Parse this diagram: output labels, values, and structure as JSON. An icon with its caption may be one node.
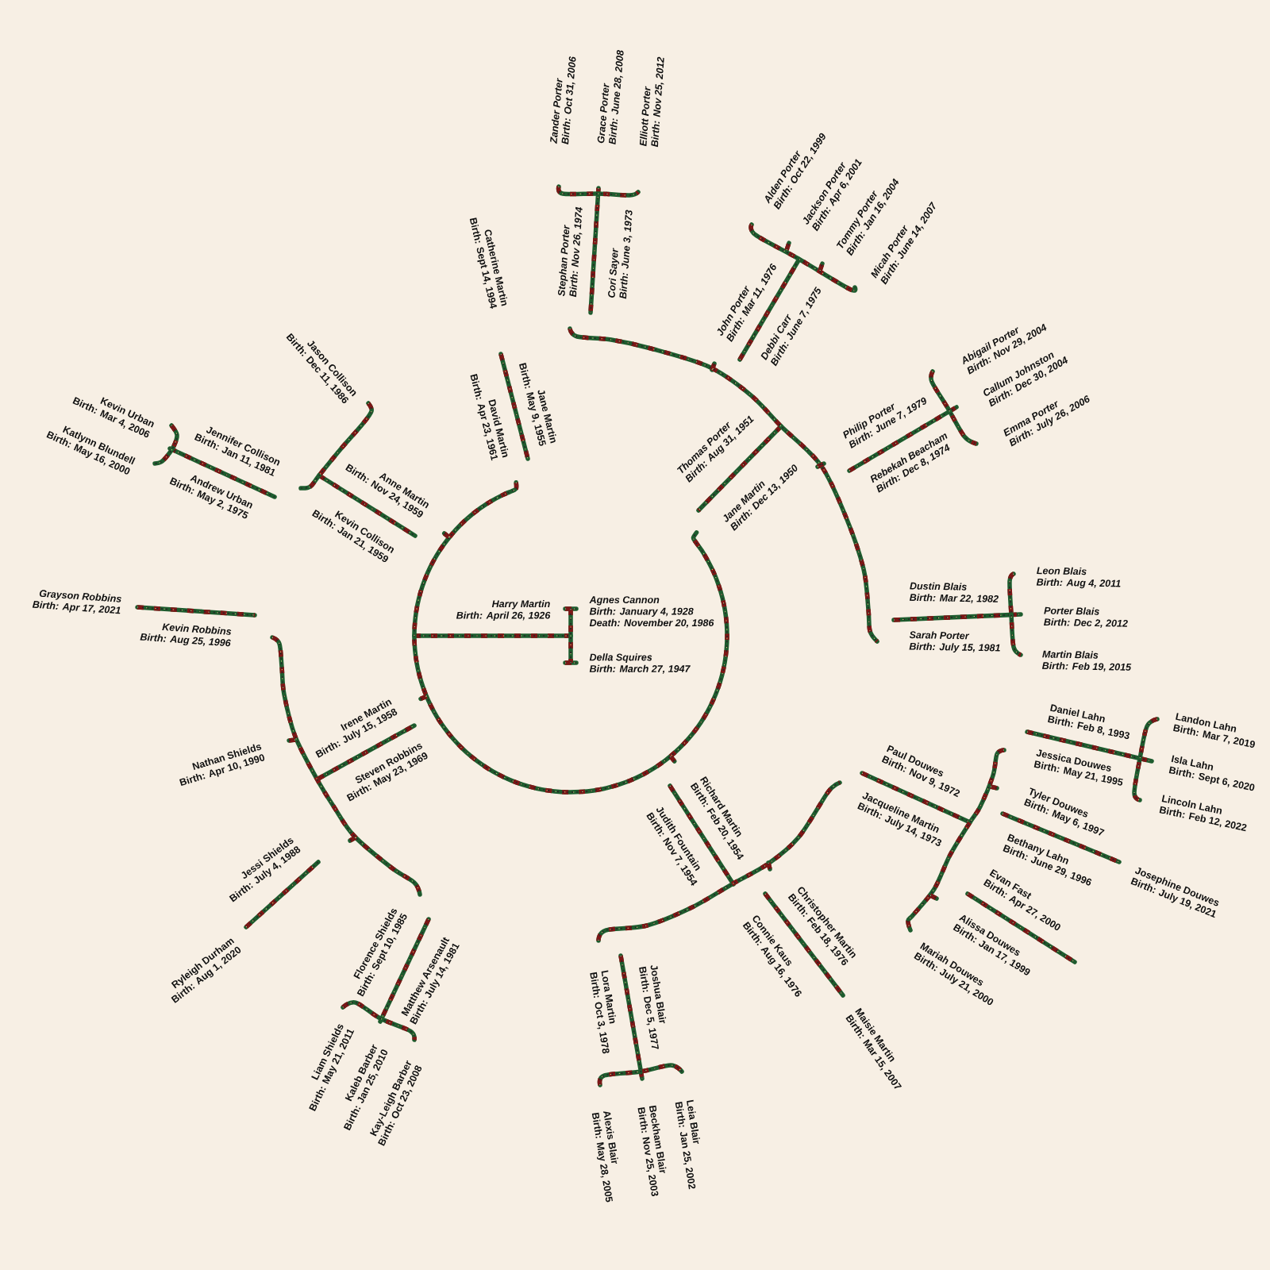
{
  "diagram": {
    "labels": [
      "Zander Porter",
      "Birth: Oct 31, 2006",
      "Grace Porter",
      "Birth: June 28, 2008",
      "Elliott Porter",
      "Birth: Nov 25, 2012",
      "Alden Porter",
      "Birth: Oct 22, 1999",
      "Jackson Porter",
      "Birth: Apr 6, 2001",
      "Catherine Martin",
      "Birth: Sept 14, 1994",
      "Stephan Porter",
      "Birth: Nov 26, 1974",
      "Cori Sayer",
      "Birth: June 3, 1973",
      "Tommy Porter",
      "Birth: Jan 16, 2004",
      "Micah Porter",
      "Birth: June 14, 2007",
      "John Porter",
      "Birth: Mar 11, 1976",
      "Jason Collison",
      "Birth: Dec 11, 1986",
      "Debbi Carr",
      "Birth: June 7, 1975",
      "Abigail Porter",
      "Birth: Nov 29, 2004",
      "Callum Johnston",
      "Birth: Dec 30, 2004",
      "Kevin Urban",
      "Birth: Mar 4, 2006",
      "Katlynn Blundell",
      "Birth: May 16, 2000",
      "Jennifer Collison",
      "Birth: Jan 11, 1981",
      "David Martin",
      "Birth: Apr 23, 1961",
      "Jane Martin",
      "Birth: May 9, 1955",
      "Thomas Porter",
      "Birth: Aug 31, 1951",
      "Philip Porter",
      "Birth: June 7, 1979",
      "Rebekah Beacham",
      "Birth: Dec 8, 1974",
      "Emma Porter",
      "Birth: July 26, 2006",
      "Andrew Urban",
      "Birth: May 2, 1975",
      "Kevin Collison",
      "Birth: Jan 21, 1959",
      "Anne Martin",
      "Birth: Nov 24, 1959",
      "Jane Martin",
      "Birth: Dec 13, 1950",
      "Leon Blais",
      "Birth: Aug 4, 2011",
      "Grayson Robbins",
      "Birth: Apr 17, 2021",
      "Harry Martin",
      "Birth: April 26, 1926",
      "Agnes Cannon",
      "Birth: January 4, 1928",
      "Death: November 20, 1986",
      "Dustin Blais",
      "Birth: Mar 22, 1982",
      "Porter Blais",
      "Birth: Dec 2, 2012",
      "Kevin Robbins",
      "Birth: Aug 25, 1996",
      "Della Squires",
      "Birth: March 27, 1947",
      "Sarah Porter",
      "Birth: July 15, 1981",
      "Martin Blais",
      "Birth: Feb 19, 2015",
      "Irene Martin",
      "Birth: July 15, 1958",
      "Daniel Lahn",
      "Birth: Feb 8, 1993",
      "Landon Lahn",
      "Birth: Mar 7, 2019",
      "Nathan Shields",
      "Birth: Apr 10, 1990",
      "Steven Robbins",
      "Birth: May 23, 1969",
      "Paul Douwes",
      "Birth: Nov 9, 1972",
      "Jessica Douwes",
      "Birth: May 21, 1995",
      "Isla Lahn",
      "Birth: Sept 6, 2020",
      "Judith Fountain",
      "Birth: Nov 7, 1954",
      "Richard Martin",
      "Birth: Feb 20, 1954",
      "Jacqueline Martin",
      "Birth: July 14, 1973",
      "Tyler Douwes",
      "Birth: May 6, 1997",
      "Lincoln Lahn",
      "Birth: Feb 12, 2022",
      "Jessi Shields",
      "Birth: July 4, 1988",
      "Christopher Martin",
      "Birth: Feb 18, 1976",
      "Evan Fast",
      "Birth: Apr 27, 2000",
      "Bethany Lahn",
      "Birth: June 29, 1996",
      "Josephine Douwes",
      "Birth: July 19, 2021",
      "Ryleigh Durham",
      "Birth: Aug 1, 2020",
      "Florence Shields",
      "Birth: Sept 10, 1985",
      "Matthew Arsenault",
      "Birth: July 14, 1981",
      "Connie Kaus",
      "Birth: Aug 16, 1976",
      "Mariah Douwes",
      "Birth: July 21, 2000",
      "Alissa Douwes",
      "Birth: Jan 17, 1999",
      "Liam Shields",
      "Birth: May 21, 2011",
      "Kaleb Barber",
      "Birth: Jan 25, 2010",
      "Kay-Leigh Barber",
      "Birth: Oct 23, 2008",
      "Lora Martin",
      "Birth: Oct 3, 1978",
      "Joshua Blair",
      "Birth: Dec 5, 1977",
      "Maisie Martin",
      "Birth: Mar 15, 2007",
      "Alexis Blair",
      "Birth: May 28, 2005",
      "Beckham Blair",
      "Birth: Nov 25, 2003",
      "Leia Blair",
      "Birth: Jan 25, 2002"
    ]
  }
}
